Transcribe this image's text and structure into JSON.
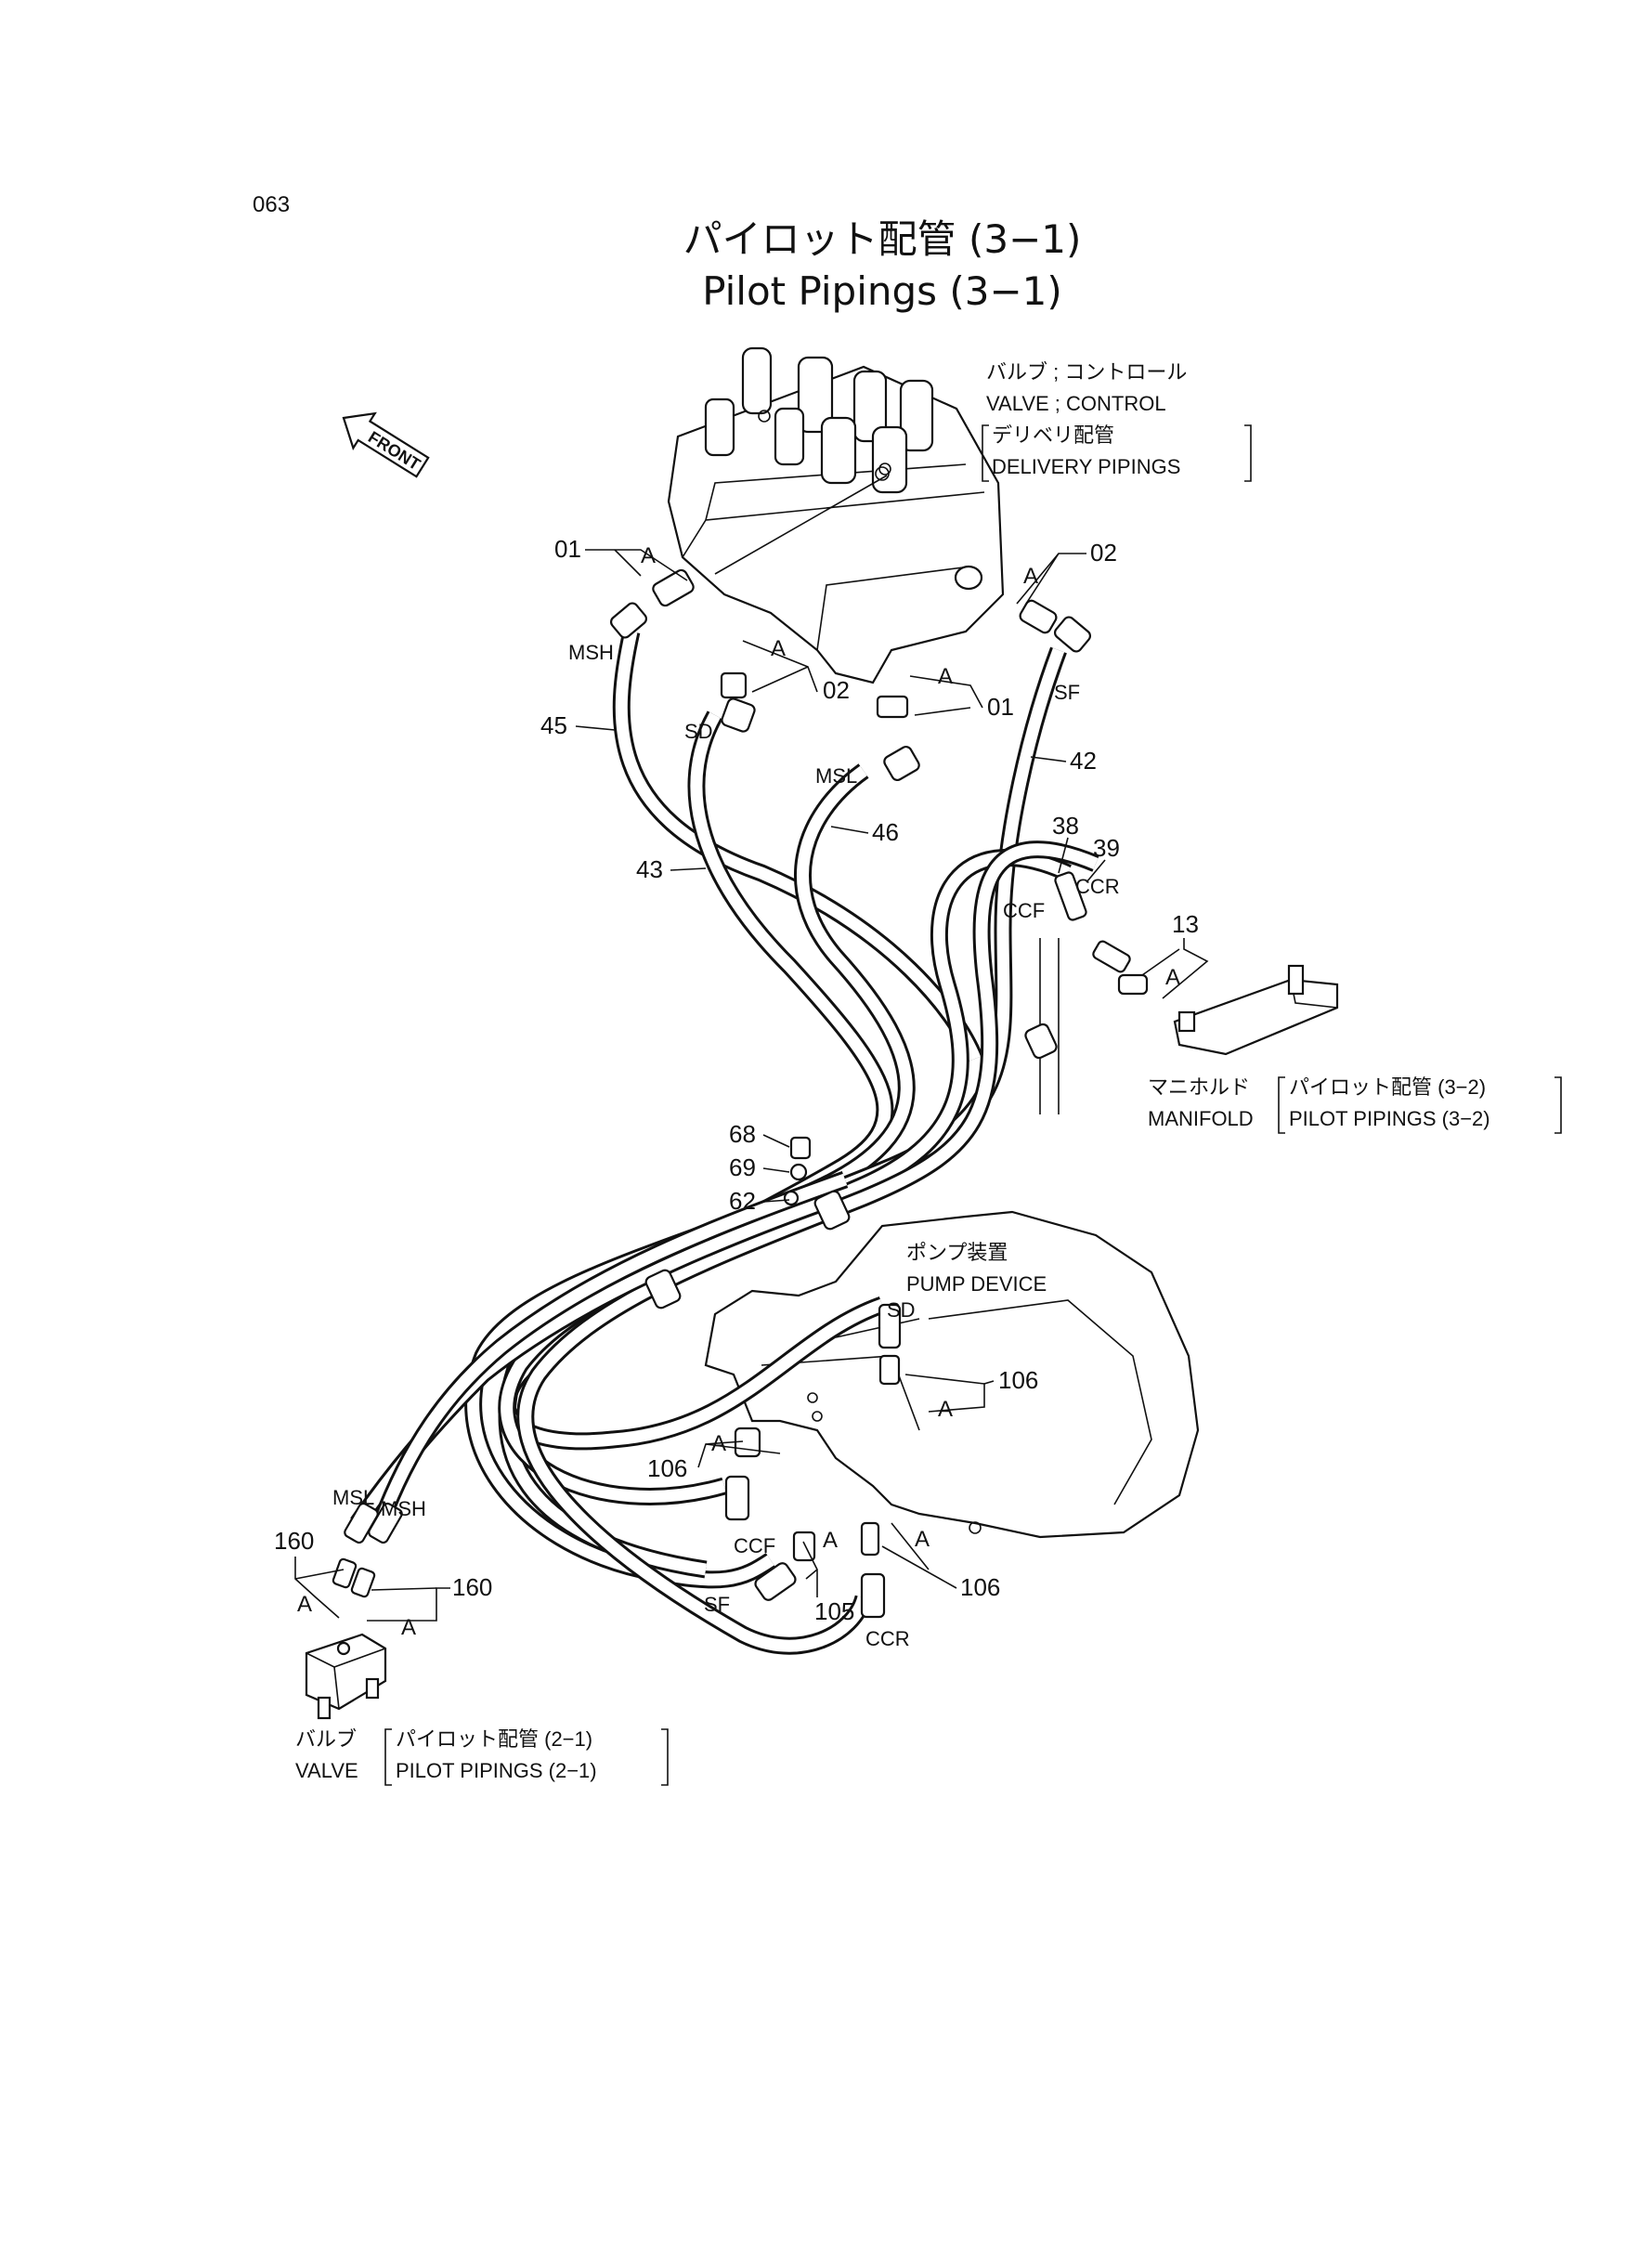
{
  "page": {
    "number": "063",
    "title_jp": "パイロット配管 (3−1)",
    "title_en": "Pilot Pipings (3−1)"
  },
  "front_arrow": "FRONT",
  "components": {
    "control_valve": {
      "jp": "バルブ ; コントロール",
      "en": "VALVE ; CONTROL",
      "ref_jp": "デリベリ配管",
      "ref_en": "DELIVERY PIPINGS"
    },
    "manifold": {
      "jp": "マニホルド",
      "en": "MANIFOLD",
      "ref_jp": "パイロット配管 (3−2)",
      "ref_en": "PILOT PIPINGS (3−2)"
    },
    "pump": {
      "jp": "ポンプ装置",
      "en": "PUMP DEVICE"
    },
    "valve": {
      "jp": "バルブ",
      "en": "VALVE",
      "ref_jp": "パイロット配管 (2−1)",
      "ref_en": "PILOT PIPINGS (2−1)"
    }
  },
  "part_numbers": {
    "p01": "01",
    "p02": "02",
    "p13": "13",
    "p38": "38",
    "p39": "39",
    "p42": "42",
    "p43": "43",
    "p45": "45",
    "p46": "46",
    "p62": "62",
    "p68": "68",
    "p69": "69",
    "p105": "105",
    "p106": "106",
    "p160": "160"
  },
  "hose_codes": {
    "MSH": "MSH",
    "MSL": "MSL",
    "SD": "SD",
    "SF": "SF",
    "CCF": "CCF",
    "CCR": "CCR"
  },
  "callout_letter": "A"
}
